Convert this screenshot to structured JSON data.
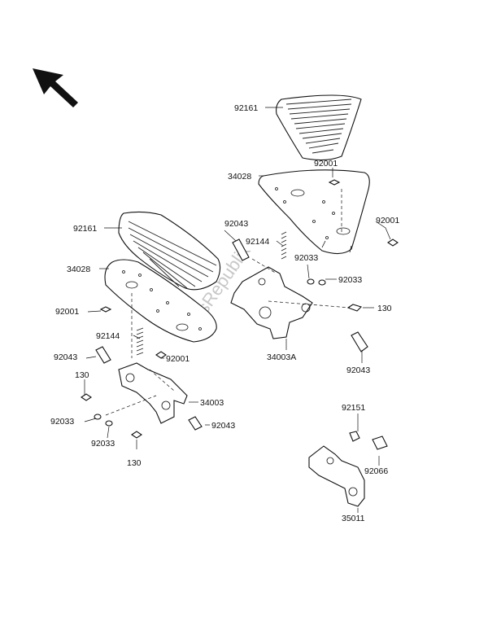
{
  "watermark": "PartsRepublik",
  "icons": {
    "direction": "front-arrow-icon"
  },
  "labels": {
    "p92161_r": "92161",
    "p92001_r1": "92001",
    "p34028_r": "34028",
    "p92001_r2": "92001",
    "p92043_r1": "92043",
    "p92144_r": "92144",
    "p92033_r1": "92033",
    "p92033_r2": "92033",
    "p130_r": "130",
    "p34003A": "34003A",
    "p92043_r2": "92043",
    "p92161_l": "92161",
    "p34028_l": "34028",
    "p92001_l1": "92001",
    "p92144_l": "92144",
    "p92001_l2": "92001",
    "p92043_l1": "92043",
    "p130_l1": "130",
    "p34003": "34003",
    "p92033_l1": "92033",
    "p92043_l2": "92043",
    "p92033_l2": "92033",
    "p130_l2": "130",
    "p92151": "92151",
    "p92066": "92066",
    "p35011": "35011"
  }
}
